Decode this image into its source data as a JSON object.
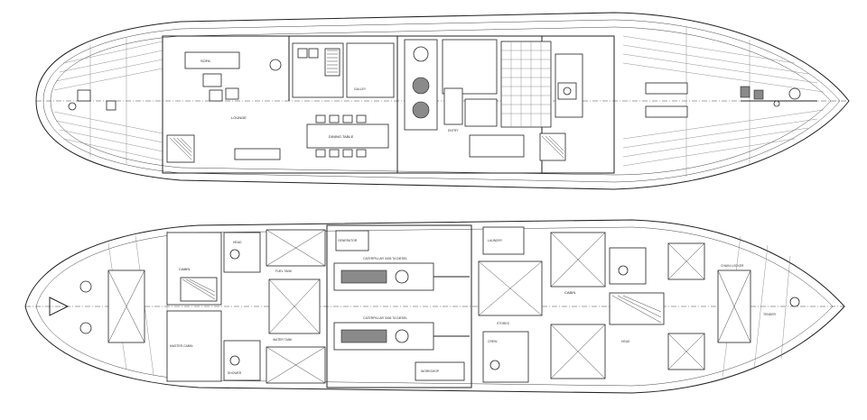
{
  "drawing": {
    "title": "",
    "upper_deck": {
      "name": "",
      "labels": {
        "lounge": "LOUNGE",
        "galley": "GALLEY",
        "dining_table": "DINING TABLE",
        "wheelhouse": "",
        "sofa": "SOFA",
        "entry": "ENTRY"
      }
    },
    "lower_deck": {
      "name": "",
      "labels": {
        "engine_1": "CATERPILLAR 3406 TA  DIESEL",
        "engine_2": "CATERPILLAR 3406 TA  DIESEL",
        "fuel_tank": "FUEL TANK",
        "water_tank": "WATER TANK",
        "cabin_fwd": "CABIN",
        "cabin_aft": "CABIN",
        "head": "HEAD",
        "shower": "SHOWER",
        "workshop": "WORKSHOP",
        "laundry": "LAUNDRY",
        "stores": "STORES",
        "generator": "GENERATOR",
        "tender": "TENDER",
        "crew": "CREW",
        "master_cabin": "MASTER CABIN",
        "chain_locker": "CHAIN LOCKER"
      }
    }
  }
}
